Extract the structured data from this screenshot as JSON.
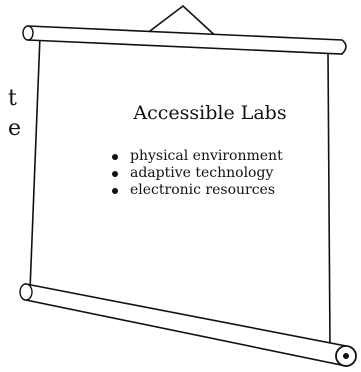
{
  "screen": {
    "title": "Accessible Labs",
    "bullets": [
      "physical environment",
      "adaptive technology",
      "electronic resources"
    ]
  },
  "clipped_text": {
    "line1": "t",
    "line2": "e"
  },
  "icons": {
    "hanging_cord": "hanging-cord-icon",
    "top_roller": "roller-icon",
    "bottom_roller": "roller-icon"
  }
}
